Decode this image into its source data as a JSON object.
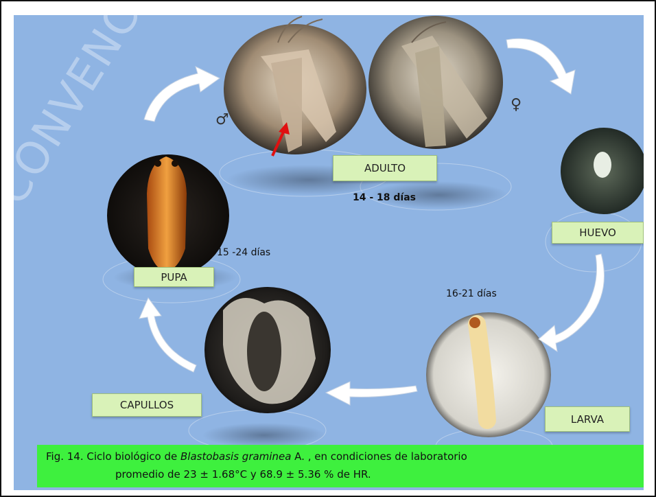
{
  "stages": {
    "adult": {
      "label": "ADULTO",
      "duration": "14 - 18 días",
      "male_symbol": "♂",
      "female_symbol": "♀"
    },
    "egg": {
      "label": "HUEVO"
    },
    "larva": {
      "label": "LARVA",
      "duration": "16-21 días"
    },
    "cocoons": {
      "label": "CAPULLOS"
    },
    "pupa": {
      "label": "PUPA",
      "duration": "15 -24 días"
    }
  },
  "caption": {
    "line1_prefix": "Fig. 14.  Ciclo biológico de ",
    "species": "Blastobasis graminea",
    "line1_suffix": " A. , en condiciones de laboratorio",
    "line2": "promedio de 23 ± 1.68°C y 68.9 ± 5.36 % de HR."
  },
  "watermark": "CONVENCIÓN NAC",
  "colors": {
    "background": "#8fb4e3",
    "label_fill": "#d9f2b8",
    "caption_fill": "#3ef03e",
    "indicator_arrow": "#e01010"
  }
}
